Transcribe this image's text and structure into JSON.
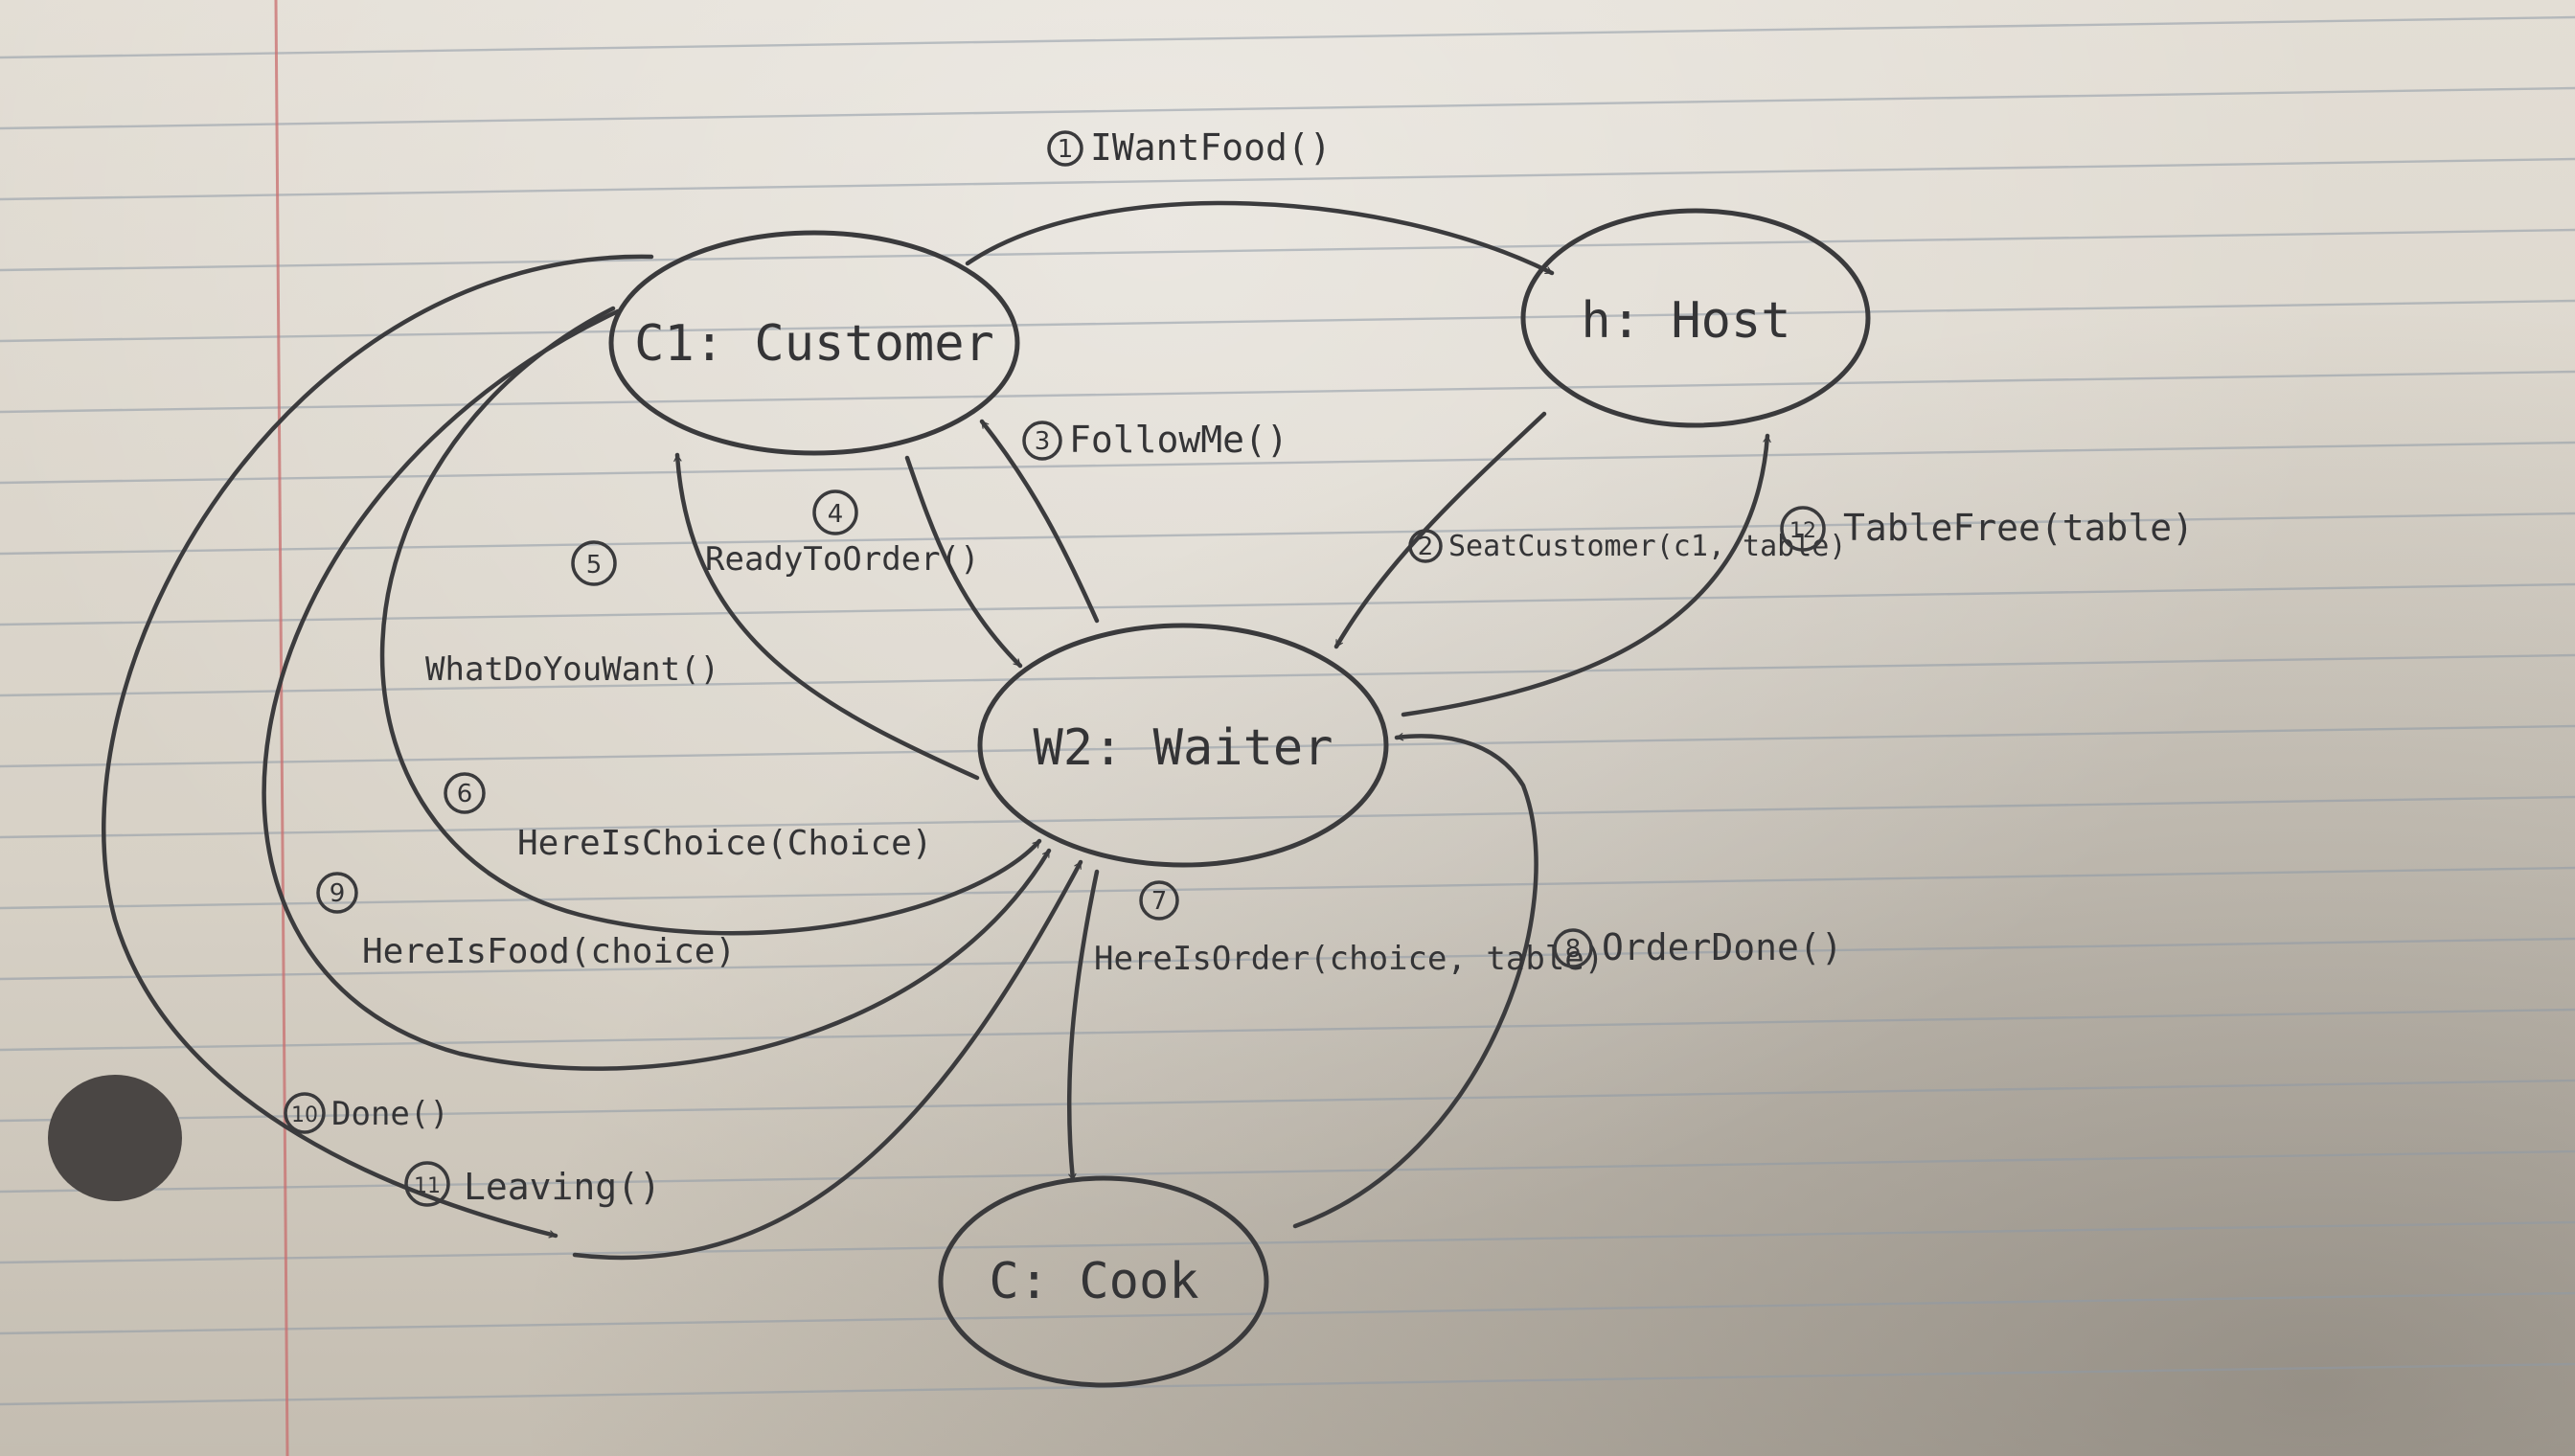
{
  "nodes": {
    "customer": "C1: Customer",
    "host": "h: Host",
    "waiter": "W2: Waiter",
    "cook": "C: Cook"
  },
  "messages": [
    {
      "num": "1",
      "label": "IWantFood()"
    },
    {
      "num": "2",
      "label": "SeatCustomer(c1, table)"
    },
    {
      "num": "3",
      "label": "FollowMe()"
    },
    {
      "num": "4",
      "label": "ReadyToOrder()"
    },
    {
      "num": "5",
      "label": "WhatDoYouWant()"
    },
    {
      "num": "6",
      "label": "HereIsChoice(Choice)"
    },
    {
      "num": "7",
      "label": "HereIsOrder(choice, table)"
    },
    {
      "num": "8",
      "label": "OrderDone()"
    },
    {
      "num": "9",
      "label": "HereIsFood(choice)"
    },
    {
      "num": "10",
      "label": "Done()"
    },
    {
      "num": "11",
      "label": "Leaving()"
    },
    {
      "num": "12",
      "label": "TableFree(table)"
    }
  ]
}
